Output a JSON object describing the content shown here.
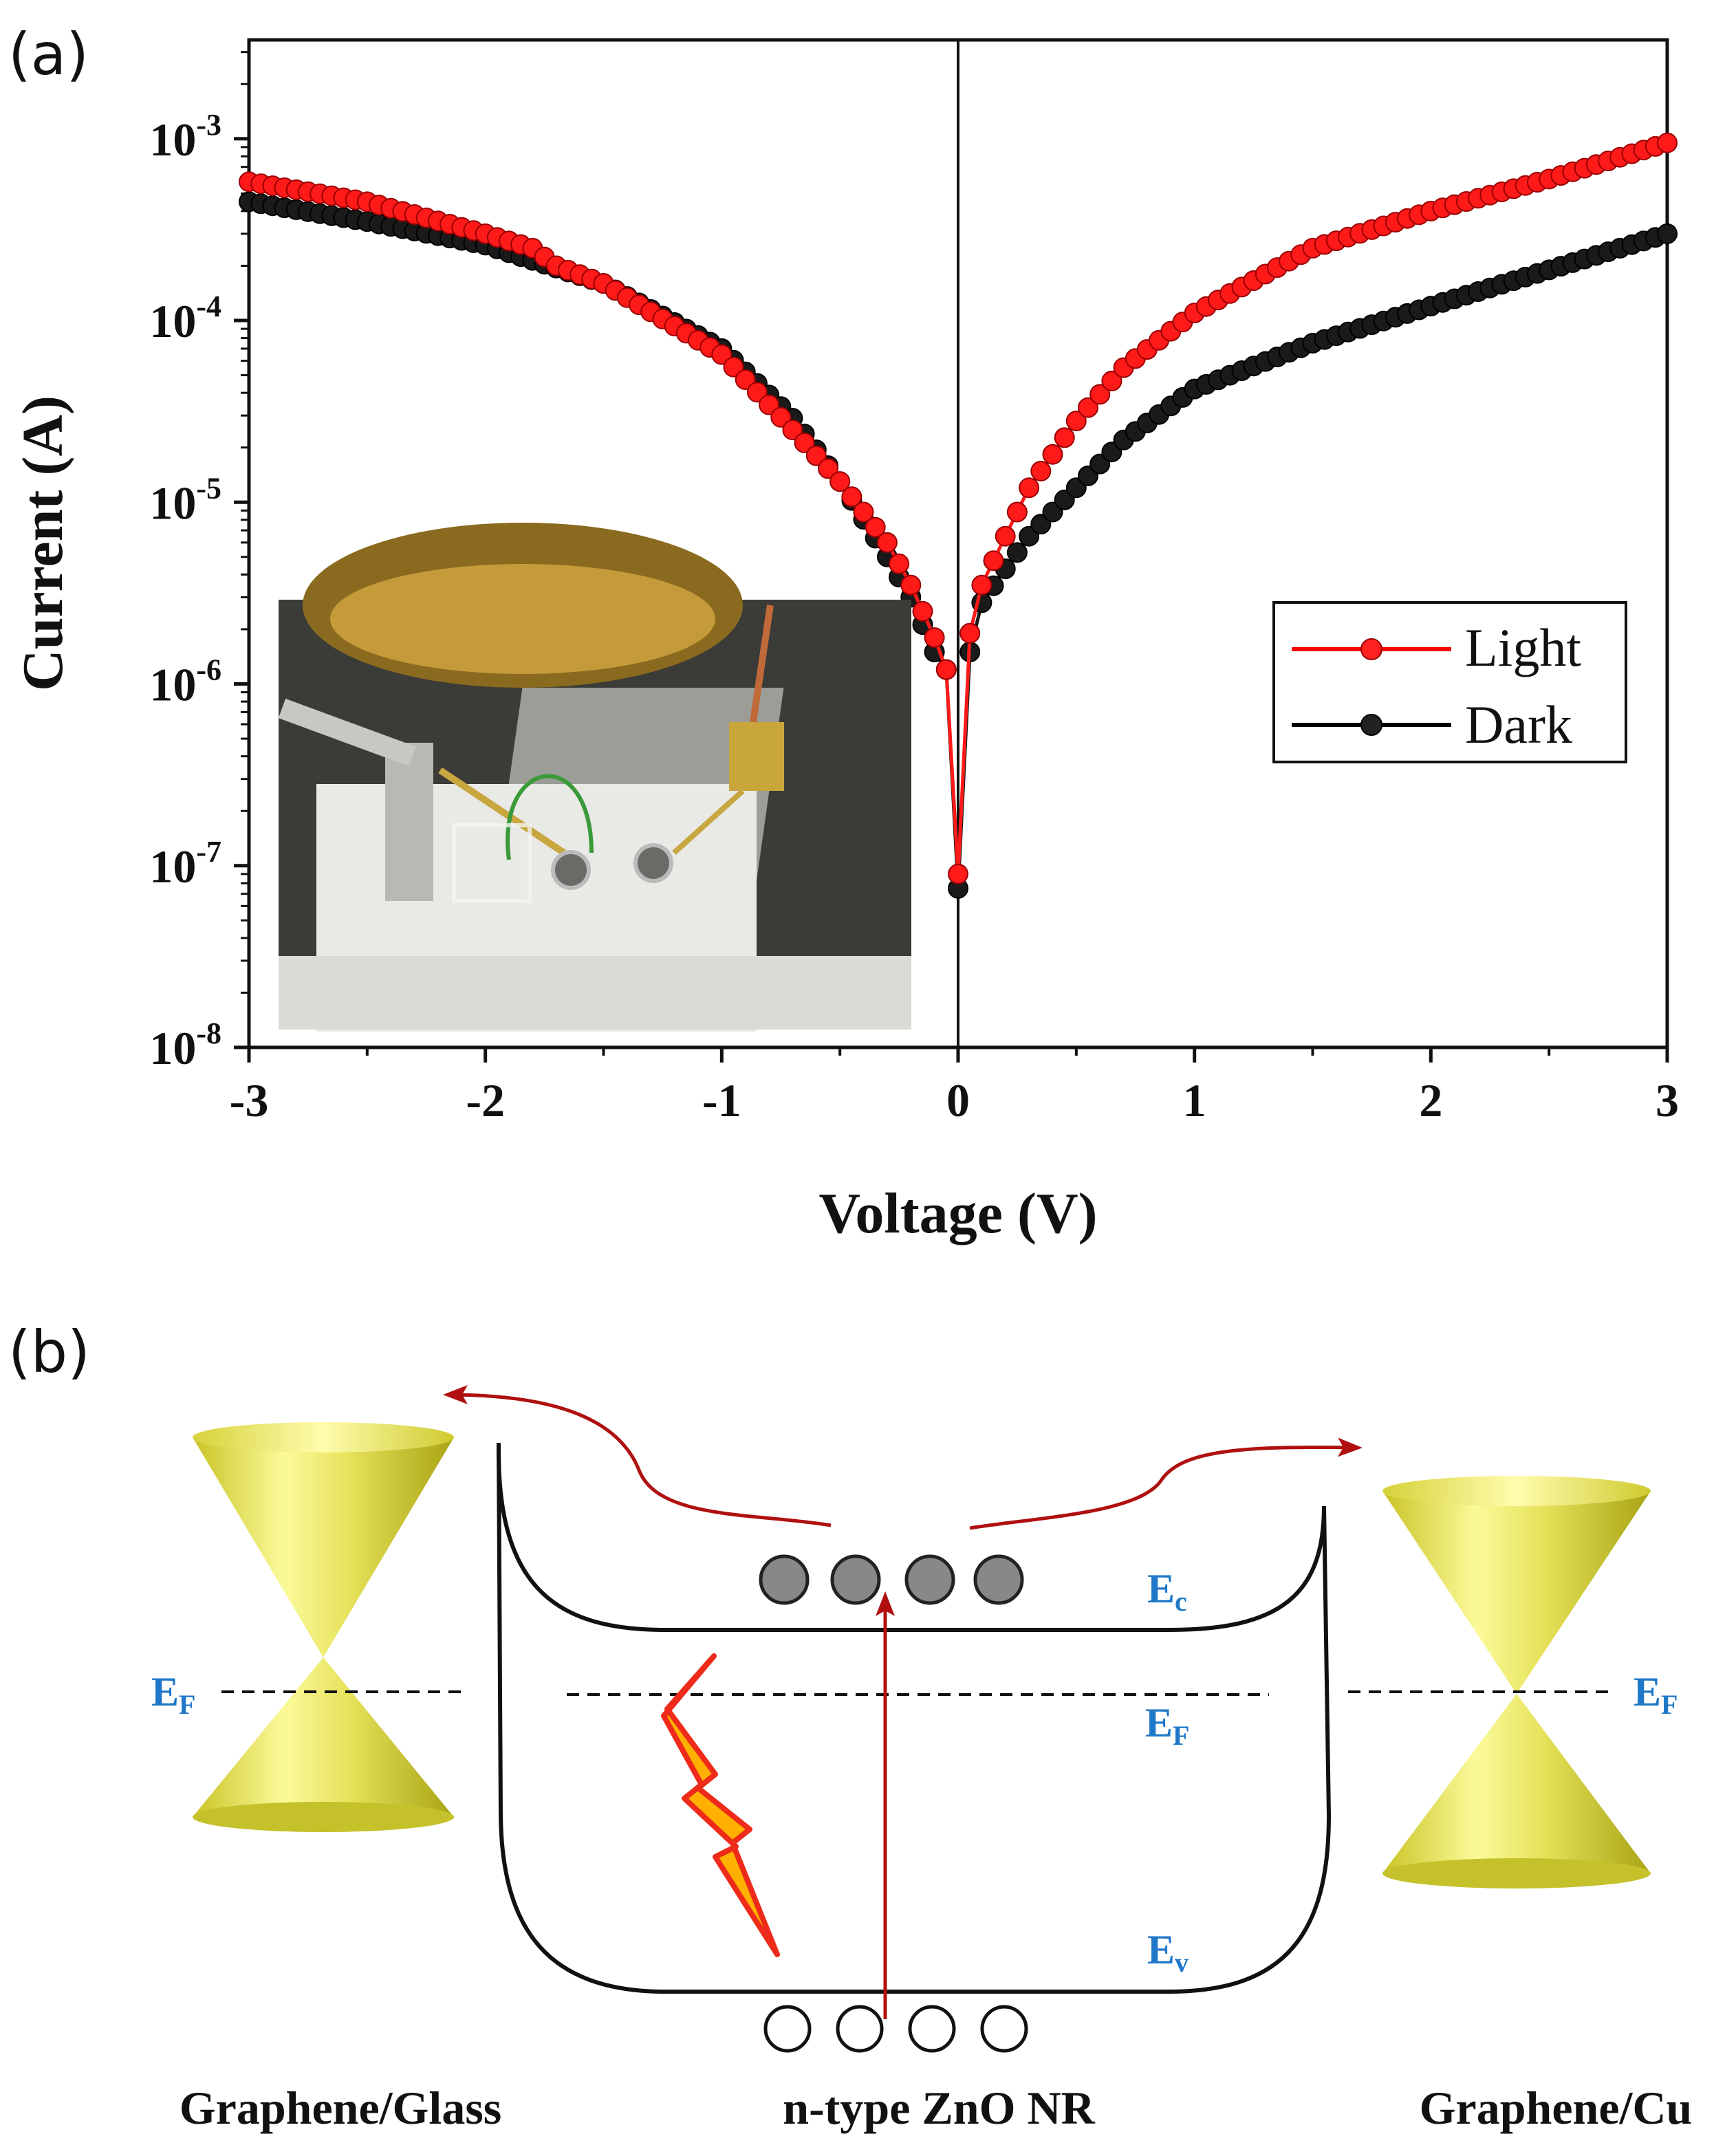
{
  "panel_a": {
    "label": "(a)"
  },
  "panel_b": {
    "label": "(b)",
    "ec_main": "E",
    "ec_sub": "c",
    "ef_main": "E",
    "ef_sub": "F",
    "ev_main": "E",
    "ev_sub": "v",
    "left_label": "Graphene/Glass",
    "center_label": "n-type ZnO NR",
    "right_label": "Graphene/Cu"
  },
  "colors": {
    "light": "#ff0000",
    "dark": "#000000",
    "energy_label": "#1f77c8",
    "arrow": "#b01010",
    "cone": "#e6e25a",
    "bolt_fill": "#ffb000",
    "bolt_edge": "#ee2a1a",
    "electron": "#888888"
  },
  "chart_data": {
    "type": "scatter",
    "title": "",
    "xlabel": "Voltage (V)",
    "ylabel": "Current (A)",
    "xlim": [
      -3,
      3
    ],
    "ylim": [
      1e-08,
      0.0035
    ],
    "yscale": "log",
    "xticks": [
      "-3",
      "-2",
      "-1",
      "0",
      "1",
      "2",
      "3"
    ],
    "yticks": [
      {
        "base": "10",
        "exp": "-8"
      },
      {
        "base": "10",
        "exp": "-7"
      },
      {
        "base": "10",
        "exp": "-6"
      },
      {
        "base": "10",
        "exp": "-5"
      },
      {
        "base": "10",
        "exp": "-4"
      },
      {
        "base": "10",
        "exp": "-3"
      }
    ],
    "legend_position": "center-right",
    "grid": false,
    "series": [
      {
        "name": "Light",
        "x": [
          -3.0,
          -2.5,
          -2.0,
          -1.8,
          -1.7,
          -1.5,
          -1.0,
          -0.7,
          -0.5,
          -0.3,
          -0.2,
          -0.1,
          -0.05,
          0.0,
          0.05,
          0.1,
          0.2,
          0.3,
          0.5,
          0.7,
          1.0,
          1.5,
          2.0,
          2.5,
          3.0
        ],
        "y": [
          0.00058,
          0.00045,
          0.0003,
          0.00025,
          0.0002,
          0.00016,
          6.5e-05,
          2.5e-05,
          1.3e-05,
          6e-06,
          3.5e-06,
          1.8e-06,
          1.2e-06,
          9e-08,
          1.9e-06,
          3.5e-06,
          6.5e-06,
          1.2e-05,
          2.8e-05,
          5.5e-05,
          0.00011,
          0.00025,
          0.0004,
          0.0006,
          0.00095
        ]
      },
      {
        "name": "Dark",
        "x": [
          -3.0,
          -2.5,
          -2.0,
          -1.5,
          -1.0,
          -0.7,
          -0.5,
          -0.3,
          -0.2,
          -0.1,
          -0.05,
          0.0,
          0.05,
          0.1,
          0.2,
          0.3,
          0.5,
          0.7,
          1.0,
          1.5,
          2.0,
          2.5,
          3.0
        ],
        "y": [
          0.00045,
          0.00035,
          0.00026,
          0.00016,
          7e-05,
          2.9e-05,
          1.3e-05,
          5e-06,
          3e-06,
          1.5e-06,
          1.2e-06,
          7.5e-08,
          1.5e-06,
          2.8e-06,
          4.3e-06,
          6.5e-06,
          1.2e-05,
          2.2e-05,
          4.2e-05,
          7.5e-05,
          0.00012,
          0.00019,
          0.0003
        ]
      }
    ]
  }
}
